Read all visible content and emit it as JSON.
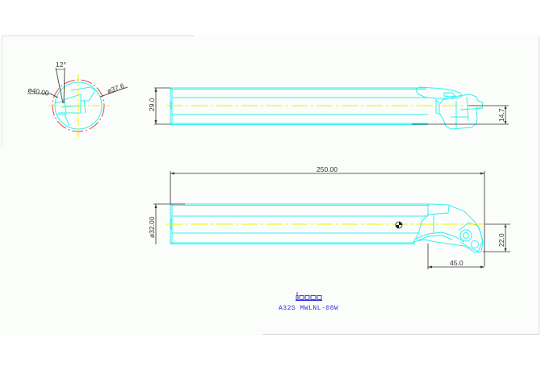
{
  "drawing": {
    "part_number": "A32S MWLNL-08W",
    "logo": "iscar",
    "colors": {
      "outline": "#33f0f0",
      "centerline": "#f0f000",
      "diameter_circle": "#e84040",
      "dimension": "#333333",
      "logo": "#3030d8",
      "background": "#fbfdfa"
    }
  },
  "end_view": {
    "angle_label": "12°",
    "outer_diameter_label": "ø40.00",
    "inner_diameter_label": "ø37.6"
  },
  "top_view": {
    "height_label": "29.0",
    "offset_label": "14.7"
  },
  "side_view": {
    "length_label": "250.00",
    "shank_diameter_label": "ø32.00",
    "head_offset_label": "22.0",
    "head_length_label": "45.0"
  }
}
